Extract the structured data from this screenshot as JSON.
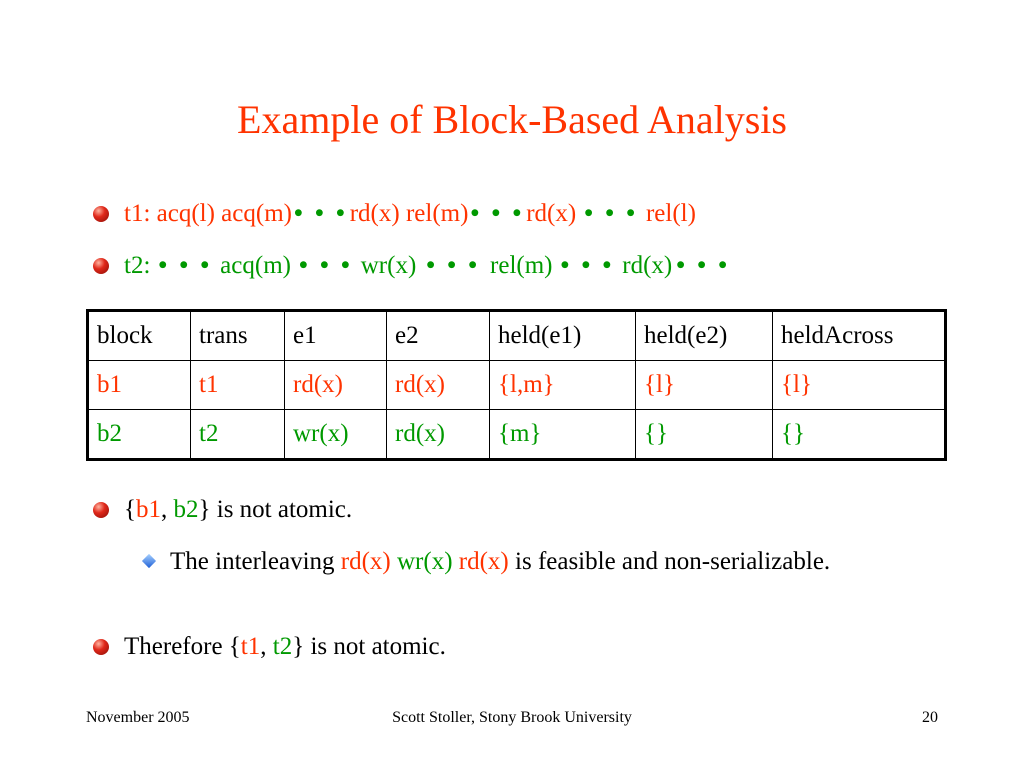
{
  "title": "Example of Block-Based Analysis",
  "bullets": {
    "t1": {
      "p1": "t1: acq(l) acq(m)",
      "dots1": "• • •",
      "p2": "rd(x) rel(m)",
      "dots2": "• • •",
      "p3": "rd(x)",
      "dots3": "• • •",
      "p4": "rel(l)"
    },
    "t2": {
      "p1": "t2:",
      "dots1": "• • •",
      "p2": "acq(m)",
      "dots2": "• • •",
      "p3": "wr(x)",
      "dots3": "• • •",
      "p4": "rel(m)",
      "dots4": "• • •",
      "p5": "rd(x)",
      "dots5": "• • •"
    }
  },
  "table": {
    "headers": [
      "block",
      "trans",
      "e1",
      "e2",
      "held(e1)",
      "held(e2)",
      "heldAcross"
    ],
    "rows": [
      [
        "b1",
        "t1",
        "rd(x)",
        "rd(x)",
        "{l,m}",
        "{l}",
        "{l}"
      ],
      [
        "b2",
        "t2",
        "wr(x)",
        "rd(x)",
        "{m}",
        "{}",
        "{}"
      ]
    ]
  },
  "claim": {
    "open": "{",
    "b1": "b1",
    "comma": ",",
    "b2": "b2",
    "close": "} is not atomic."
  },
  "sub": {
    "prefix": "The interleaving",
    "rd1": "rd(x)",
    "wr": "wr(x)",
    "rd2": "rd(x)",
    "suffix": "is feasible and non-serializable."
  },
  "conclusion": {
    "prefix": "Therefore {",
    "t1": "t1",
    "comma": ",",
    "t2": "t2",
    "close": "} is not atomic."
  },
  "footer": {
    "date": "November 2005",
    "author": "Scott Stoller, Stony Brook University",
    "page": "20"
  },
  "colors": {
    "title": "#ff3300",
    "t1": "#ff3300",
    "t2": "#009900",
    "dots": "#009900"
  },
  "icons": {
    "bullet": "red-ball-bullet-icon",
    "sub_bullet": "blue-diamond-bullet-icon"
  }
}
